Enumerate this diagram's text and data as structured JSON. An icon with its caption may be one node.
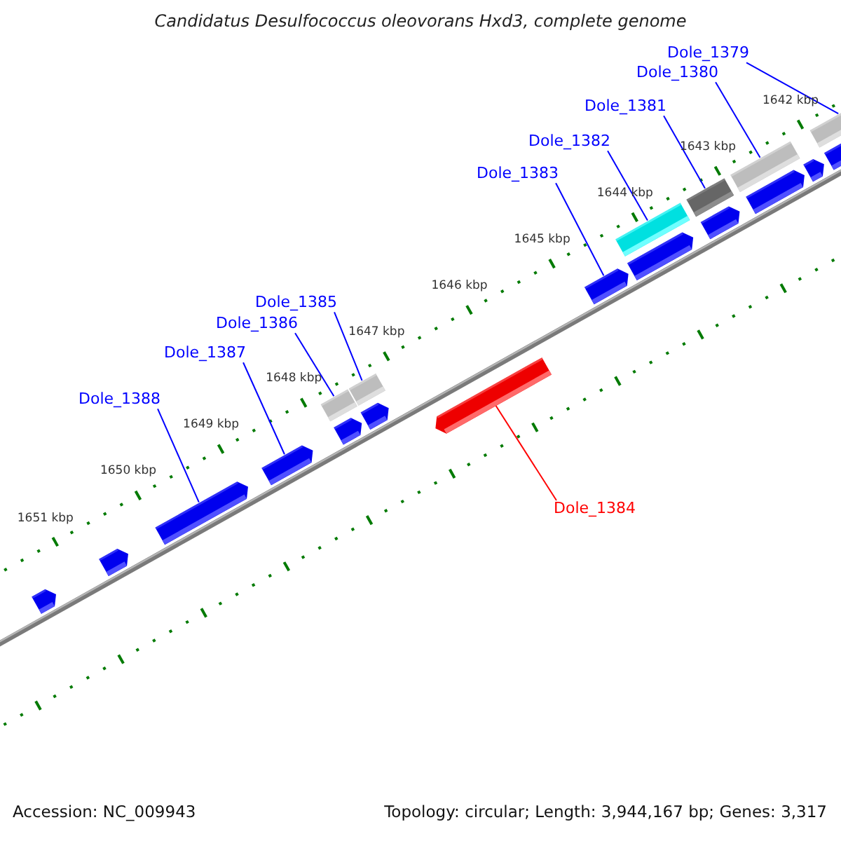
{
  "diagram": {
    "title": "Candidatus Desulfococcus oleovorans Hxd3, complete genome",
    "nodes": [
      {
        "text": [
          "Dole_1379"
        ]
      },
      {
        "text": [
          "Dole_1380"
        ]
      },
      {
        "text": [
          "Dole_1381"
        ]
      },
      {
        "text": [
          "Dole_1382"
        ]
      },
      {
        "text": [
          "Dole_1383"
        ]
      },
      {
        "text": [
          "Dole_1385"
        ]
      },
      {
        "text": [
          "Dole_1386"
        ]
      },
      {
        "text": [
          "Dole_1387"
        ]
      },
      {
        "text": [
          "Dole_1388"
        ]
      },
      {
        "text": [
          "Dole_1384"
        ]
      },
      {
        "text": [],
        "shape": "bar"
      },
      {
        "text": [],
        "shape": "bar"
      },
      {
        "text": [],
        "shape": "bar"
      },
      {
        "text": [],
        "shape": "bar"
      },
      {
        "text": [],
        "shape": "arrow"
      },
      {
        "text": [],
        "shape": "bar"
      },
      {
        "text": [],
        "shape": "bar"
      },
      {
        "text": [],
        "shape": "arrow"
      },
      {
        "text": [],
        "shape": "arrow"
      },
      {
        "text": [],
        "shape": "arrow"
      },
      {
        "text": [],
        "shape": "arrow"
      },
      {
        "text": [],
        "shape": "arrow"
      },
      {
        "text": [],
        "shape": "arrow"
      },
      {
        "text": [],
        "shape": "arrow"
      },
      {
        "text": [],
        "shape": "arrow"
      },
      {
        "text": [],
        "shape": "arrow"
      },
      {
        "text": [],
        "shape": "arrow"
      },
      {
        "text": [],
        "shape": "arrow"
      },
      {
        "text": [],
        "shape": "arrow"
      }
    ],
    "edges": [
      {
        "from": 0,
        "to": 10,
        "arrow": "none"
      },
      {
        "from": 1,
        "to": 11,
        "arrow": "none"
      },
      {
        "from": 2,
        "to": 12,
        "arrow": "none"
      },
      {
        "from": 3,
        "to": 13,
        "arrow": "none"
      },
      {
        "from": 4,
        "to": 14,
        "arrow": "none"
      },
      {
        "from": 5,
        "to": 15,
        "arrow": "none"
      },
      {
        "from": 6,
        "to": 16,
        "arrow": "none"
      },
      {
        "from": 7,
        "to": 17,
        "arrow": "none"
      },
      {
        "from": 8,
        "to": 18,
        "arrow": "none"
      },
      {
        "from": 9,
        "to": 19,
        "arrow": "none",
        "color": "#ff0000"
      }
    ],
    "labels": [
      "1642 kbp",
      "1643 kbp",
      "1644 kbp",
      "1645 kbp",
      "1646 kbp",
      "1647 kbp",
      "1648 kbp",
      "1649 kbp",
      "1650 kbp",
      "1651 kbp",
      "Accession: NC_009943",
      "Topology: circular; Length: 3,944,167 bp; Genes: 3,317"
    ]
  }
}
